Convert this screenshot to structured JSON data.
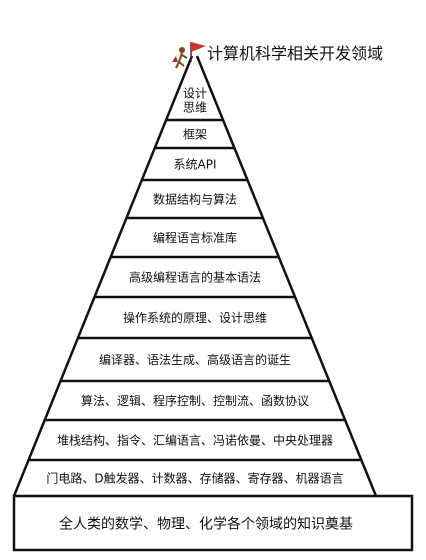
{
  "title": "计算机科学相关开发领域",
  "pyramid": {
    "layers": [
      "设计\n思维",
      "框架",
      "系统API",
      "数据结构与算法",
      "编程语言标准库",
      "高级编程语言的基本语法",
      "操作系统的原理、设计思维",
      "编译器、语法生成、高级语言的诞生",
      "算法、逻辑、程序控制、控制流、函数协议",
      "堆栈结构、指令、汇编语言、冯诺依曼、中央处理器",
      "门电路、D触发器、计数器、存储器、寄存器、机器语言",
      "全人类的数学、物理、化学各个领域的知识奠基"
    ]
  },
  "icons": {
    "flag": "flag-with-climber-icon"
  },
  "colors": {
    "line": "#111111",
    "background": "#ffffff",
    "flag": "#c0392b",
    "climber": "#7a4a26"
  }
}
